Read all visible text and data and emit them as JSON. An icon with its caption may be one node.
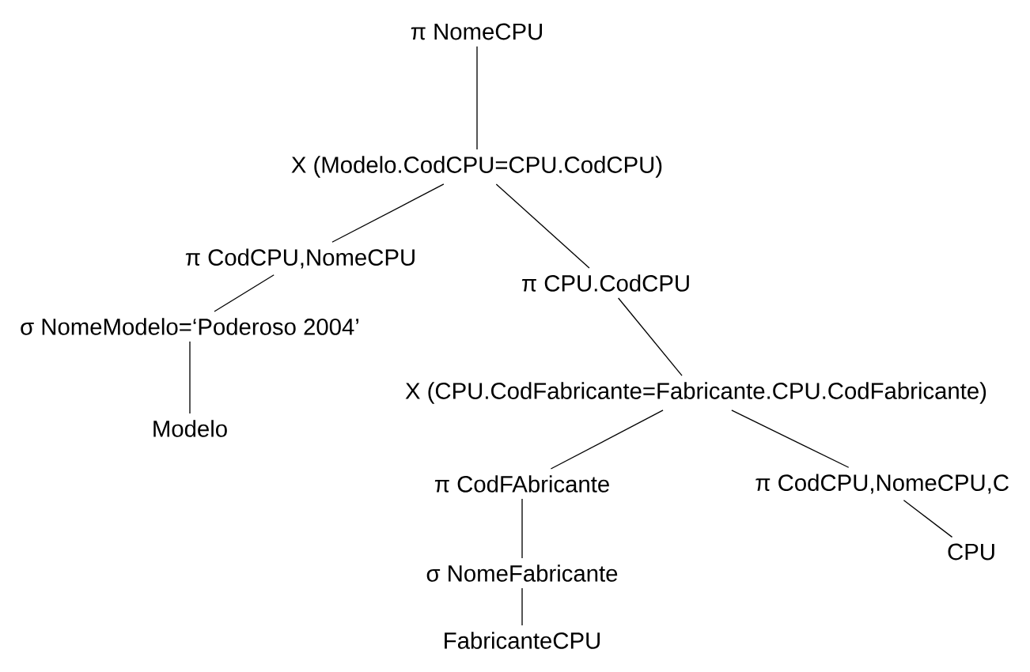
{
  "diagram": {
    "nodes": [
      {
        "text": [
          "π NomeCPU"
        ]
      },
      {
        "text": [
          "X (Modelo.CodCPU=CPU.CodCPU)"
        ]
      },
      {
        "text": [
          "π CodCPU,NomeCPU"
        ]
      },
      {
        "text": [
          "π CPU.CodCPU"
        ]
      },
      {
        "text": [
          "σ NomeModelo=‘Poderoso 2004’"
        ]
      },
      {
        "text": [
          "Modelo"
        ]
      },
      {
        "text": [
          "X (CPU.CodFabricante=Fabricante.CPU.CodFabricante)"
        ]
      },
      {
        "text": [
          "π CodFAbricante"
        ]
      },
      {
        "text": [
          "π CodCPU,NomeCPU,C"
        ]
      },
      {
        "text": [
          "σ NomeFabricante"
        ]
      },
      {
        "text": [
          "CPU"
        ]
      },
      {
        "text": [
          "FabricanteCPU"
        ]
      }
    ],
    "edges": [
      {
        "from": 0,
        "to": 1,
        "arrow": "none"
      },
      {
        "from": 1,
        "to": 2,
        "arrow": "none"
      },
      {
        "from": 1,
        "to": 3,
        "arrow": "none"
      },
      {
        "from": 2,
        "to": 4,
        "arrow": "none"
      },
      {
        "from": 4,
        "to": 5,
        "arrow": "none"
      },
      {
        "from": 3,
        "to": 6,
        "arrow": "none"
      },
      {
        "from": 6,
        "to": 7,
        "arrow": "none"
      },
      {
        "from": 6,
        "to": 8,
        "arrow": "none"
      },
      {
        "from": 7,
        "to": 9,
        "arrow": "none"
      },
      {
        "from": 9,
        "to": 11,
        "arrow": "none"
      },
      {
        "from": 8,
        "to": 10,
        "arrow": "none"
      }
    ]
  }
}
